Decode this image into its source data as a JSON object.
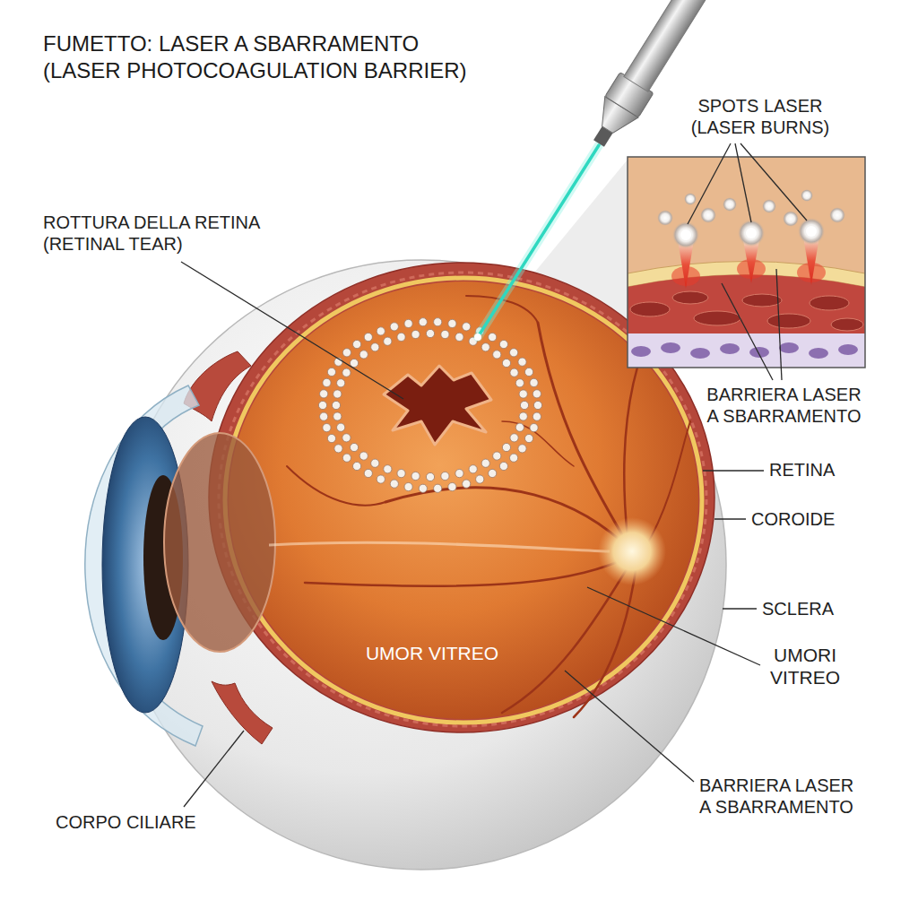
{
  "diagram": {
    "title": "FUMETTO: LASER A SBARRAMENTO (LASER PHOTOCOAGULATION BARRIER)",
    "labels": [
      "SPOTS LASER (LASER BURNS)",
      "ROTTURA DELLA RETINA (RETINAL TEAR)",
      "BARRIERA LASER A SBARRAMENTO",
      "RETINA",
      "COROIDE",
      "SCLERA",
      "UMOR VITREO",
      "UMORI VITREO",
      "BARRIERA LASER A SBARRAMENTO",
      "CORPO CILIARE"
    ]
  }
}
